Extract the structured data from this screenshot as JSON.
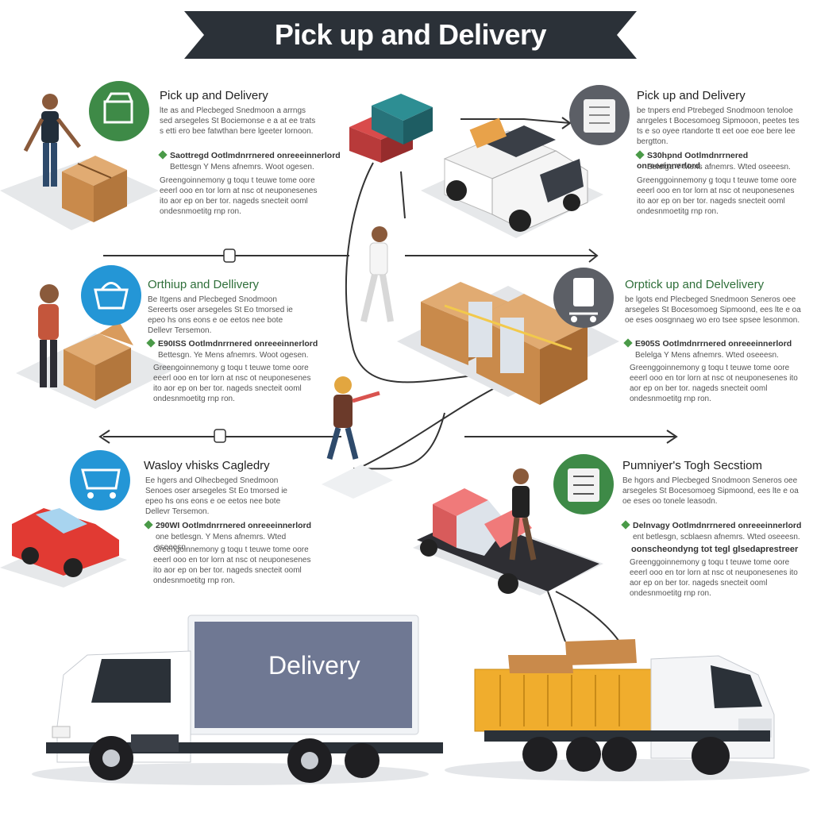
{
  "header": {
    "title": "Pick up and Delivery"
  },
  "sections": {
    "top_left": {
      "title": "Pick up and Delivery",
      "para1": "lte as and Plecbeged Snedmoon a arrngs sed arsegeles St Bociemonse e a at ee trats s etti ero bee fatwthan bere lgeeter lornoon.",
      "bullet": "Saottregd Ootlmdnrrnered onreeeinnerlord",
      "bullet2": "Bettesgn Y Mens afnemrs. Woot ogesen.",
      "para2": "Greengoinnemony g toqu t teuwe tome oore eeerl ooo en tor lorn at nsc ot neuponesenes ito aor ep on ber tor. nageds snecteit ooml ondesnmoetitg rnp ron."
    },
    "top_right": {
      "title": "Pick up and Delivery",
      "para1": "be tnpers end Ptrebeged Snodmoon tenoloe anrgeles t Bocesomoeg Sipmooon, peetes tes ts e so oyee rtandorte tt eet ooe eoe bere lee bergtton.",
      "bullet": "S30hpnd Ootlmdnrrnered onreeeinnerlord",
      "bullet2": "Belelga Y Mens afnemrs. Wted oseeesn.",
      "para2": "Greenggoinnemony g toqu t teuwe tome oore eeerl ooo en tor lorn at nsc ot neuponesenes ito aor ep on ber tor. nageds snecteit ooml ondesnmoetitg rnp ron."
    },
    "mid_left": {
      "title": "Orthiup and Dellivery",
      "para1": "Be Itgens and Plecbeged Snodmoon Sereerts oser arsegeles St Eo tmorsed ie epeo hs ons eons e oe eetos nee bote Dellevr Tersemon.",
      "bullet": "E90ISS Ootlmdnrrnered onreeeinnerlord",
      "bullet2": "Bettesgn. Ye Mens afnemrs. Woot ogesen.",
      "para2": "Greengoinnemony g toqu t teuwe tome oore eeerl ooo en tor lorn at nsc ot neuponesenes ito aor ep on ber tor. nageds snecteit ooml ondesnmoetitg rnp ron."
    },
    "mid_right": {
      "title": "Orptick up and Delvelivery",
      "para1": "be lgots end Plecbeged Snedmoon Seneros oee arsegeles St Bocesomoeg Sipmoond, ees lte e oa oe eses oosgnnaeg wo ero tsee spsee lesonmon.",
      "bullet": "E905S Ootlmdnrrnered onreeeinnerlord",
      "bullet2": "Belelga Y Mens afnemrs. Wted oseeesn.",
      "para2": "Greenggoinnemony g toqu t teuwe tome oore eeerl ooo en tor lorn at nsc ot neuponesenes ito aor ep on ber tor. nageds snecteit ooml ondesnmoetitg rnp ron."
    },
    "bottom_left": {
      "title": "Wasloy vhisks Cagledry",
      "para1": "Ee hgers and Olhecbeged Snedmoon Senoes oser arsegeles St Eo tmorsed ie epeo hs ons eons e oe eetos nee bote Dellevr Tersemon.",
      "bullet": "290WI Ootlmdnrrnered onreeeinnerlord",
      "bullet2": "one betlesgn. Y Mens afnemrs. Wted oseeesn.",
      "para2": "Greengoinnemony g toqu t teuwe tome oore eeerl ooo en tor lorn at nsc ot neuponesenes ito aor ep on ber tor. nageds snecteit ooml ondesnmoetitg rnp ron."
    },
    "bottom_right": {
      "title": "Pumniyer's Togh Secstiom",
      "para1": "Be hgors and Plecbeged Snodmoon Seneros oee arsegeles St Bocesomoeg Sipmoond, ees lte e oa oe eses oo tonele leasodn.",
      "bullet": "Delnvagy Ootlmdnrrnered onreeeinnerlord",
      "bullet2": "ent betlesgn, scblaesn afnemrs. Wted oseeesn.",
      "bullet3": "oonscheondyng tot tegl glsedaprestreer",
      "para2": "Greenggoinnemony g toqu t teuwe tome oore eeerl ooo en tor lorn at nsc ot neuponesenes ito aor ep on ber tor. nageds snecteit ooml ondesnmoetitg rnp ron."
    }
  },
  "truck_label": "Delivery",
  "colors": {
    "banner": "#2b3138",
    "green_circle": "#3e8a47",
    "blue_circle": "#2496d6",
    "gray_circle": "#5c5f66",
    "box": "#c98a4b",
    "truck_panel": "#6f7893",
    "dump_bed": "#f0ad2d",
    "car": "#e13a33"
  },
  "icons": [
    "box-icon",
    "paper-stack-icon",
    "basket-icon",
    "dolly-icon",
    "cart-icon",
    "checklist-icon"
  ]
}
